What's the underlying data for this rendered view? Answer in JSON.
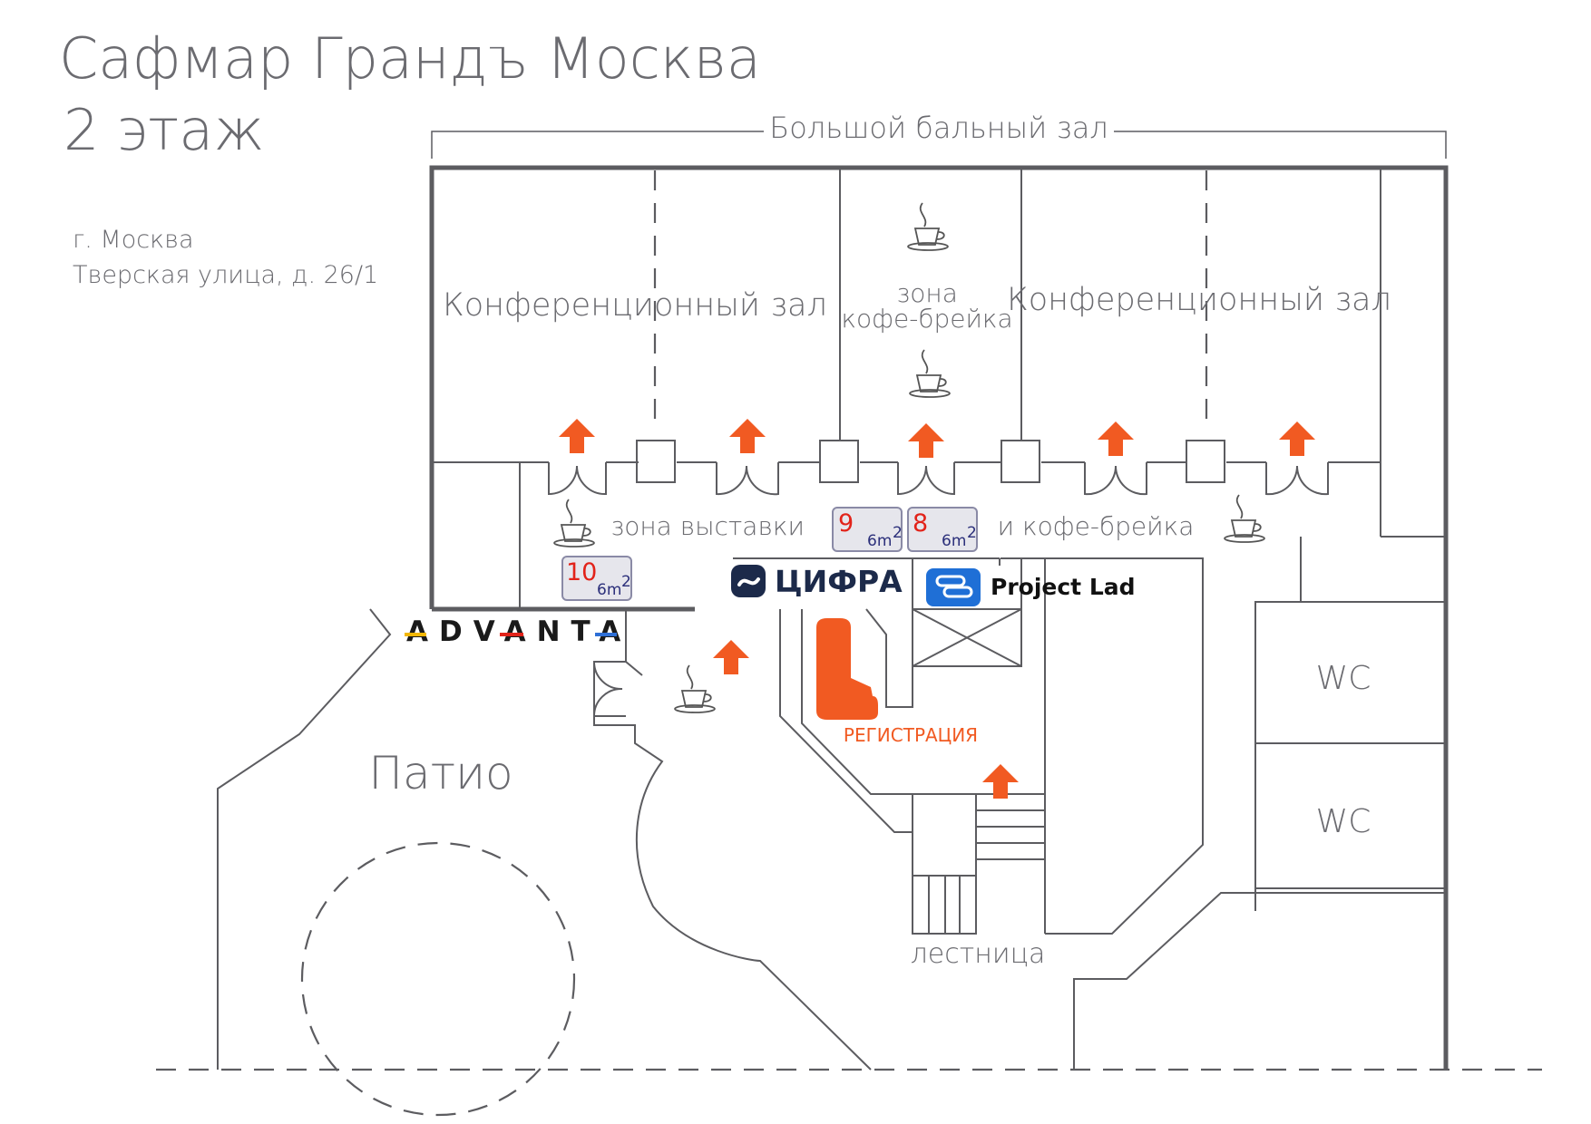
{
  "title": {
    "line1": "Сафмар Грандъ Москва",
    "line2": "2 этаж"
  },
  "address": {
    "city": "г. Москва",
    "street": "Тверская улица, д. 26/1"
  },
  "rooms": {
    "ballroom": "Большой бальный зал",
    "conference_left": "Конференционный зал",
    "conference_right": "Конференционный зал",
    "coffee_zone_line1": "зона",
    "coffee_zone_line2": "кофе-брейка",
    "expo_zone_left": "зона выставки",
    "expo_zone_right": "и кофе-брейка",
    "patio": "Патио",
    "wc_upper": "WC",
    "wc_lower": "WC",
    "stairs": "лестница",
    "registration": "РЕГИСТРАЦИЯ"
  },
  "booths": [
    {
      "number": "9",
      "area": "6m",
      "sup": "2"
    },
    {
      "number": "8",
      "area": "6m",
      "sup": "2"
    },
    {
      "number": "10",
      "area": "6m",
      "sup": "2"
    }
  ],
  "sponsors": {
    "advanta": "ADVANTA",
    "cifra": "ЦИФРА",
    "projectlad": "Project Lad"
  },
  "colors": {
    "accent": "#f15a22",
    "booth_number": "#e2231a",
    "booth_area": "#2b2f7a",
    "cifra_logo": "#1c2a4a",
    "projectlad_logo": "#1f6fd6",
    "walls": "#5c5c60"
  },
  "icons": {
    "entrance": "arrow-up-icon",
    "coffee": "coffee-cup-icon",
    "registration": "registration-l-icon"
  }
}
